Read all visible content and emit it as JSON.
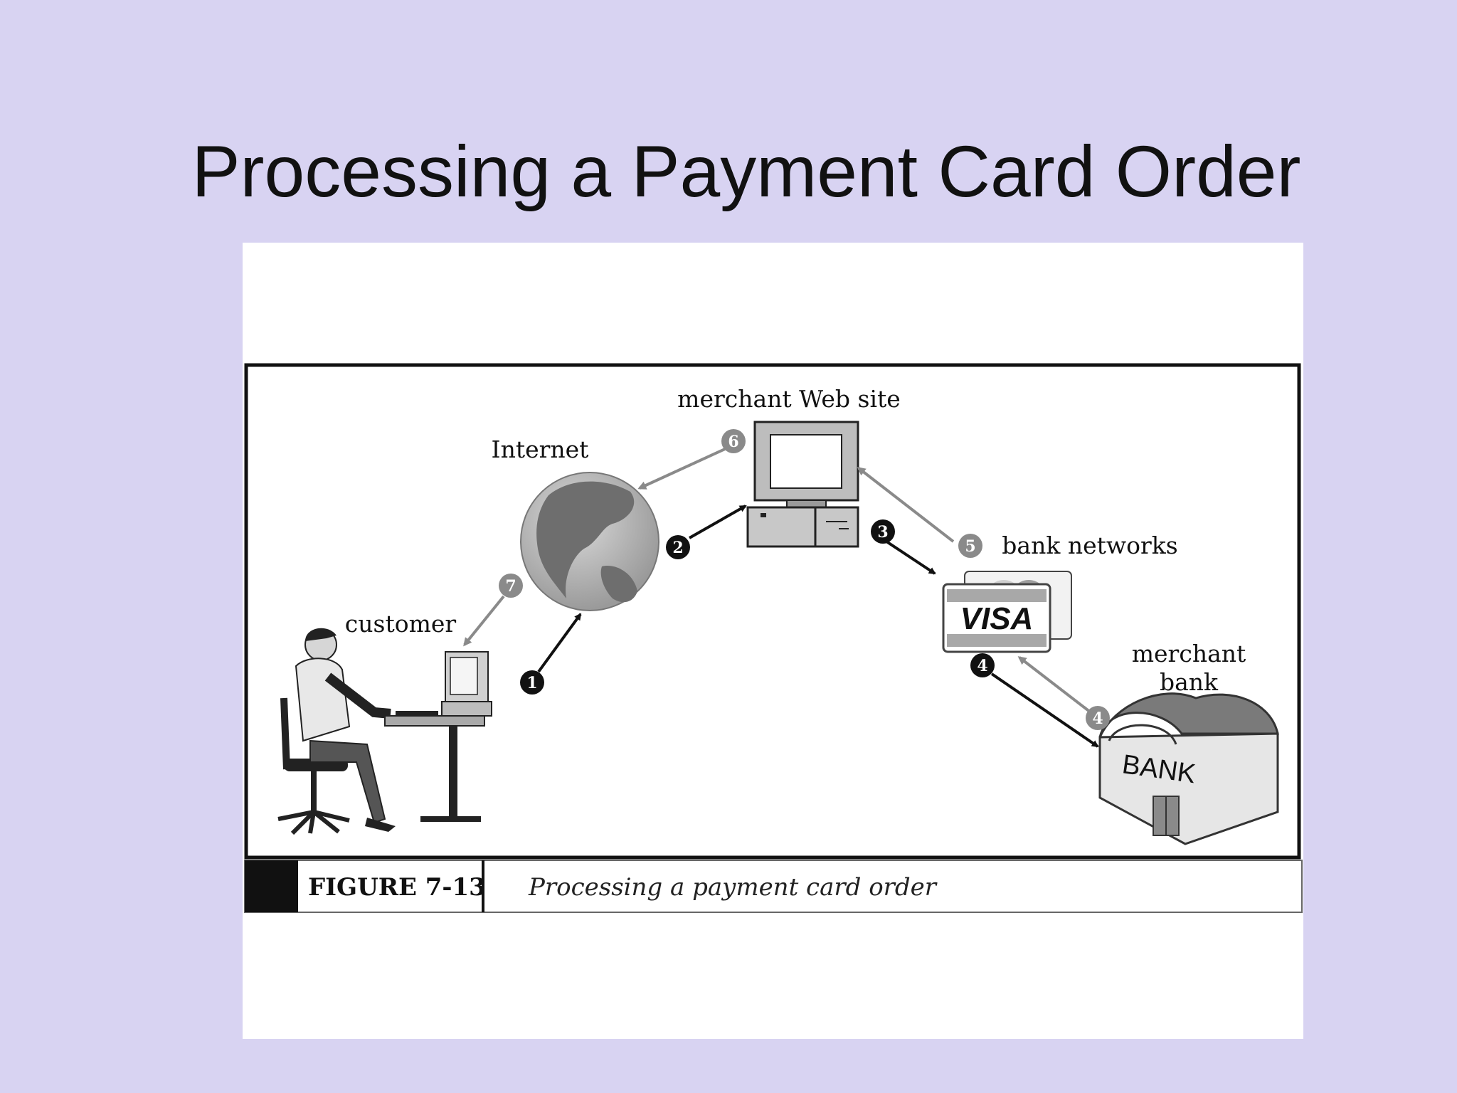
{
  "slide": {
    "title": "Processing a Payment Card Order"
  },
  "figure": {
    "labels": {
      "merchant_site": "merchant Web site",
      "internet": "Internet",
      "bank_networks": "bank networks",
      "customer": "customer",
      "merchant_bank_line1": "merchant",
      "merchant_bank_line2": "bank"
    },
    "card_brand": "VISA",
    "bank_sign": "BANK",
    "steps": [
      "1",
      "2",
      "3",
      "4",
      "4",
      "5",
      "6",
      "7"
    ],
    "caption_number": "FIGURE 7-13",
    "caption_text": "Processing a payment card order",
    "colors": {
      "black_step": "#111111",
      "gray_step": "#8a8a8a",
      "accent_bar": "#111111"
    }
  }
}
